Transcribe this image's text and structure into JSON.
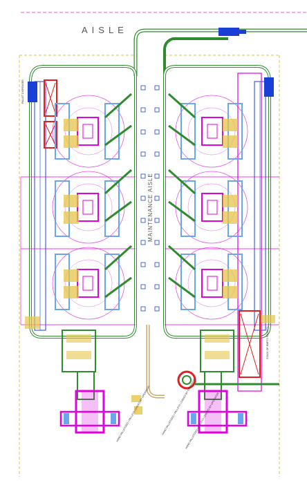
{
  "drawing": {
    "top_aisle_label": "AISLE",
    "maintenance_aisle_label": "MAINTENANCE AISLE",
    "notes": {
      "pallet_dispenser": "PALLET DISPENSER",
      "hand_pallets_left": "HAND PALLETIZED / PALLETS LOADED BY OPERATOR",
      "hand_pallets_mid": "HAND PALLETIZED / PALLETS LOADED BY OPERATOR",
      "hand_pallets_right": "HAND PALLETIZED / PALLETS LOADED BY OPERATOR",
      "empty_pallet_stack": "STACK OF EMPTY PALLETS"
    },
    "colors": {
      "conveyor_green": "#2e8b2e",
      "robot_magenta": "#e000e0",
      "station_blue": "#6aa6ee",
      "pallet_yellow": "#e6c44a",
      "dispenser_red": "#e02020",
      "drive_blue": "#1a3fd6",
      "boundary_yellow": "#d8c64a",
      "magenta_dash": "#e55ae5"
    },
    "cells_per_side": 3,
    "sides": [
      "left",
      "right"
    ]
  }
}
